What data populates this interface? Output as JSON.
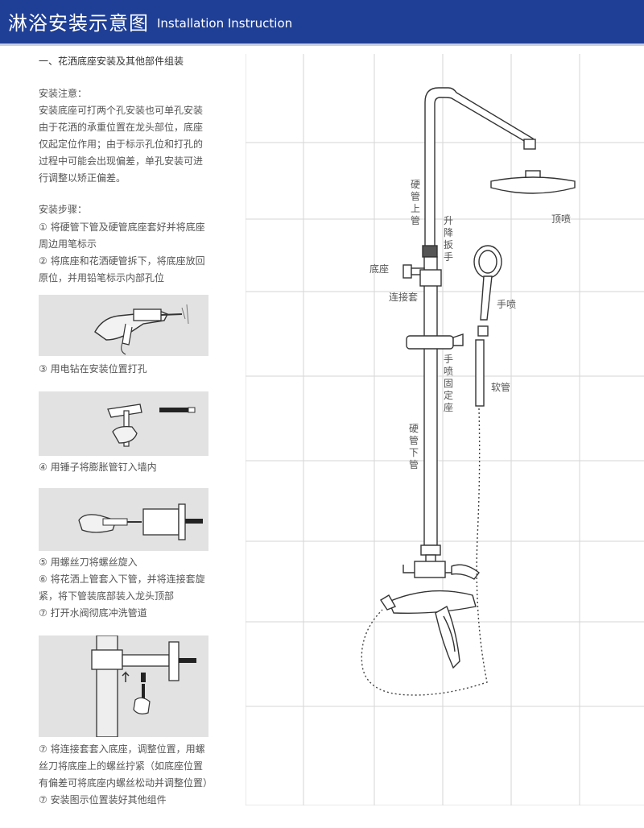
{
  "header": {
    "title_cn": "淋浴安装示意图",
    "title_en": "Installation Instruction",
    "bg_color": "#1f3f96"
  },
  "section_title": "一、花洒底座安装及其他部件组装",
  "notes": {
    "heading": "安装注意：",
    "lines": [
      "安装底座可打两个孔安装也可单孔安装",
      "由于花洒的承重位置在龙头部位，底座",
      "仅起定位作用；由于标示孔位和打孔的",
      "过程中可能会出现偏差，单孔安装可进",
      "行调整以矫正偏差。"
    ]
  },
  "steps": {
    "heading": "安装步骤：",
    "s1": [
      "① 将硬管下管及硬管底座套好并将底座",
      "周边用笔标示"
    ],
    "s2": [
      "② 将底座和花洒硬管拆下，将底座放回",
      "原位，并用铅笔标示内部孔位"
    ],
    "s3": "③ 用电钻在安装位置打孔",
    "s4": "④ 用锤子将膨胀管钉入墙内",
    "s5": "⑤ 用螺丝刀将螺丝旋入",
    "s6": [
      "⑥ 将花洒上管套入下管，并将连接套旋",
      "紧，将下管装底部装入龙头顶部"
    ],
    "s7": "⑦ 打开水阀彻底冲洗管道",
    "s8": [
      "⑦ 将连接套套入底座，调整位置，用螺",
      "丝刀将底座上的螺丝拧紧（如底座位置",
      "有偏差可将底座内螺丝松动并调整位置）"
    ],
    "s9": "⑦ 安装图示位置装好其他组件"
  },
  "diagram_labels": {
    "upper_pipe": "硬管上管",
    "lift_wrench": "升降扳手",
    "top_spray": "顶喷",
    "base": "底座",
    "connector": "连接套",
    "hand_spray": "手喷",
    "hand_holder": "手喷固定座",
    "hose": "软管",
    "lower_pipe": "硬管下管"
  }
}
